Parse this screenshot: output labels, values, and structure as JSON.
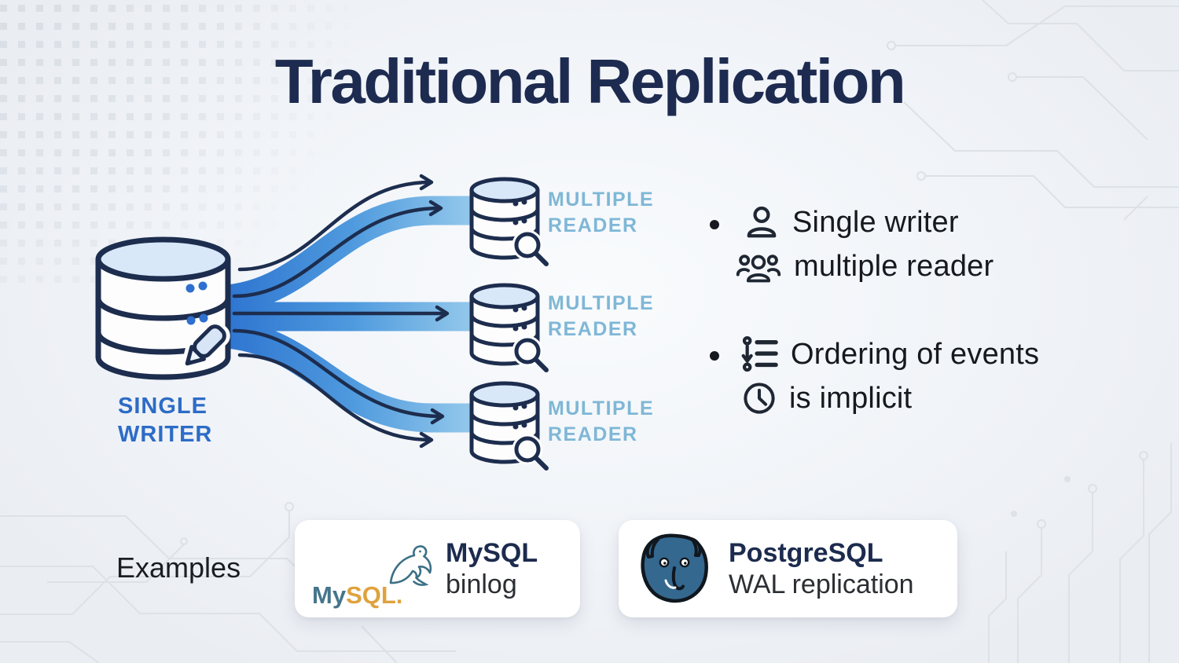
{
  "title": "Traditional Replication",
  "diagram": {
    "writer_label": "SINGLE\nWRITER",
    "reader_labels": [
      "MULTIPLE\nREADER",
      "MULTIPLE\nREADER",
      "MULTIPLE\nREADER"
    ]
  },
  "bullets": [
    {
      "lines": [
        {
          "icon": "person-icon",
          "text": "Single writer"
        },
        {
          "icon": "group-icon",
          "text": "multiple reader"
        }
      ]
    },
    {
      "lines": [
        {
          "icon": "ordered-list-icon",
          "text": "Ordering of events"
        },
        {
          "icon": "clock-icon",
          "text": "is implicit"
        }
      ]
    }
  ],
  "examples": {
    "label": "Examples",
    "cards": [
      {
        "logo": "mysql-logo",
        "wordmark_my": "My",
        "wordmark_sql": "SQL.",
        "name": "MySQL",
        "detail": "binlog"
      },
      {
        "logo": "postgresql-logo",
        "name": "PostgreSQL",
        "detail": "WAL replication"
      }
    ]
  },
  "colors": {
    "title_navy": "#1e2b50",
    "outline_navy": "#1d2d4e",
    "writer_label_blue": "#2d6cc6",
    "reader_label_blue": "#7fb7d6",
    "stream_blue_start": "#2b72cf",
    "stream_blue_end": "#b3ddf1",
    "db_top_fill": "#d9e8f9",
    "card_bg": "#ffffff",
    "mysql_teal": "#46758b",
    "mysql_orange": "#dfa23e",
    "postgres_blue": "#35688f",
    "background": "#f1f4f8"
  }
}
